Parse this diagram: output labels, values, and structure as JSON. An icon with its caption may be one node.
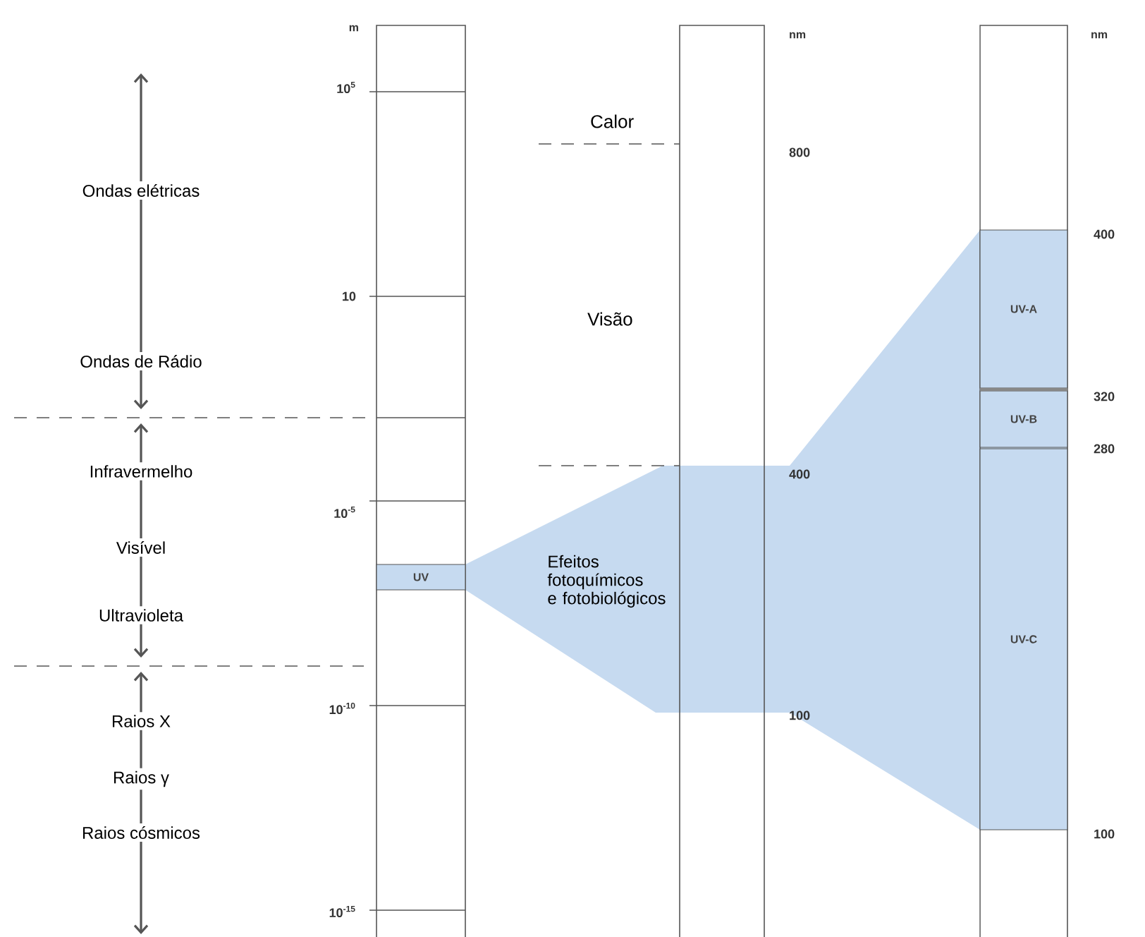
{
  "diagram": {
    "nodes": [
      {
        "text": [
          "UV"
        ]
      },
      {
        "text": [
          "Efeitos fotoquímicos e fotobiológicos"
        ]
      },
      {
        "text": [
          "UV-A"
        ],
        "in": 1
      },
      {
        "text": [
          "UV-B"
        ],
        "in": 1
      },
      {
        "text": [
          "UV-C"
        ],
        "in": 1
      }
    ],
    "labels": [
      "m",
      "nm",
      "nm",
      "10$^{5}$",
      "Calor",
      "800",
      "Ondas elétricas",
      "400",
      "10",
      "Visão",
      "Ondas de Rádio",
      "320",
      "280",
      "Infravermelho",
      "400",
      "10$^{-5}$",
      "Visível",
      "Ultravioleta",
      "Raios X",
      "10$^{-10}$",
      "100",
      "Raios γ",
      "Raios cósmicos",
      "100",
      "10$^{-15}$"
    ]
  }
}
